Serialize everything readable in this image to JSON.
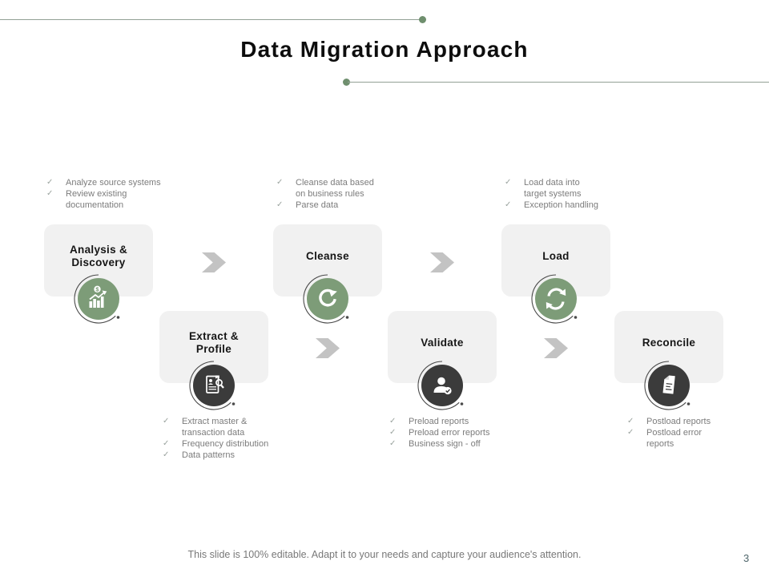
{
  "slide": {
    "title": "Data Migration Approach",
    "footer_note": "This slide is 100% editable. Adapt it to your needs and capture your audience's attention.",
    "page_number": "3"
  },
  "glyphs": {
    "check": "✓"
  },
  "colors": {
    "accent_green": "#7d9c78",
    "dark_circle": "#3b3b3b",
    "header_line": "#93a195",
    "header_dot": "#6f8f6e",
    "arrow_gray": "#c3c3c3",
    "box_bg": "#f1f1f1",
    "bullet_text": "#7c7c7c",
    "page_number": "#4f666b"
  },
  "stages": [
    {
      "label": "Analysis &\nDiscovery",
      "icon": "growth-chart-icon",
      "bullets": [
        "Analyze  source systems",
        "Review existing\ndocumentation"
      ]
    },
    {
      "label": "Extract &\nProfile",
      "icon": "document-search-icon",
      "bullets": [
        "Extract  master &\ntransaction data",
        "Frequency distribution",
        "Data patterns"
      ]
    },
    {
      "label": "Cleanse",
      "icon": "refresh-icon",
      "bullets": [
        "Cleanse data based\non business rules",
        "Parse data"
      ]
    },
    {
      "label": "Validate",
      "icon": "user-check-icon",
      "bullets": [
        "Preload reports",
        "Preload error reports",
        "Business sign - off"
      ]
    },
    {
      "label": "Load",
      "icon": "sync-icon",
      "bullets": [
        "Load data into\ntarget  systems",
        "Exception handling"
      ]
    },
    {
      "label": "Reconcile",
      "icon": "report-icon",
      "bullets": [
        "Postload reports",
        "Postload error\nreports"
      ]
    }
  ]
}
